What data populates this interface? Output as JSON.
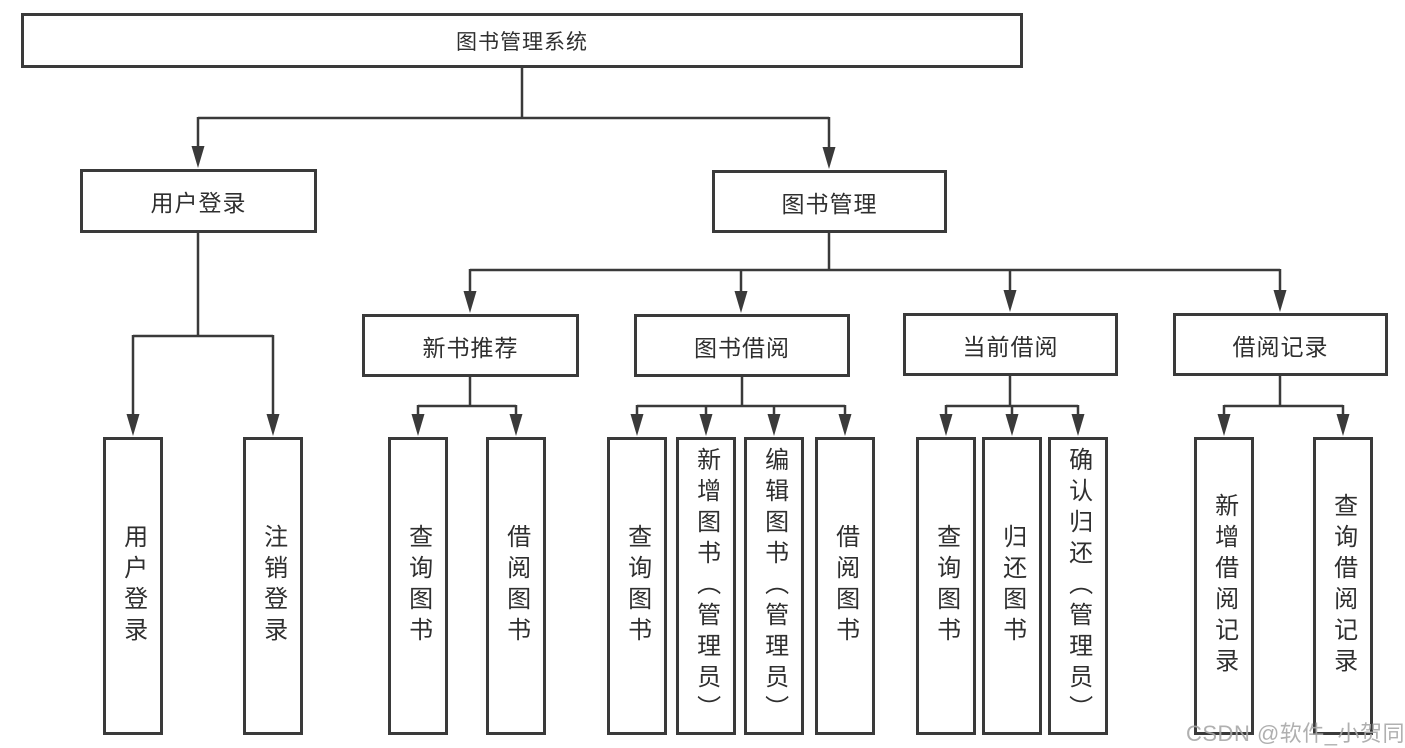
{
  "tree": {
    "root": {
      "label": "图书管理系统"
    },
    "branches": [
      {
        "label": "用户登录",
        "children": [
          {
            "label": "用户登录"
          },
          {
            "label": "注销登录"
          }
        ]
      },
      {
        "label": "图书管理",
        "children": [
          {
            "label": "新书推荐",
            "children": [
              {
                "label": "查询图书"
              },
              {
                "label": "借阅图书"
              }
            ]
          },
          {
            "label": "图书借阅",
            "children": [
              {
                "label": "查询图书"
              },
              {
                "label": "新增图书（管理员）"
              },
              {
                "label": "编辑图书（管理员）"
              },
              {
                "label": "借阅图书"
              }
            ]
          },
          {
            "label": "当前借阅",
            "children": [
              {
                "label": "查询图书"
              },
              {
                "label": "归还图书"
              },
              {
                "label": "确认归还（管理员）"
              }
            ]
          },
          {
            "label": "借阅记录",
            "children": [
              {
                "label": "新增借阅记录"
              },
              {
                "label": "查询借阅记录"
              }
            ]
          }
        ]
      }
    ]
  },
  "watermark": {
    "text": "CSDN @软件_小贺同学"
  },
  "colors": {
    "line": "#3a3a3a",
    "box_border": "#3a3a3a",
    "text": "#2f2f2f",
    "background": "#ffffff",
    "watermark": "#a8a8a8"
  }
}
